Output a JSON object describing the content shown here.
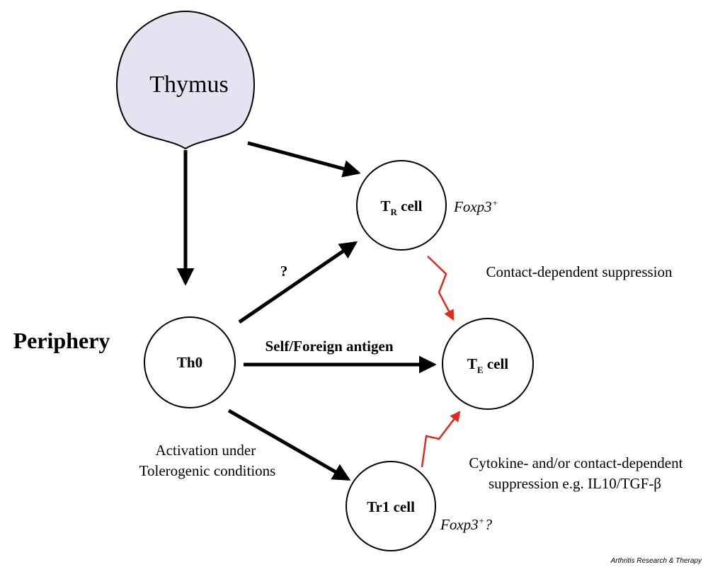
{
  "colors": {
    "thymus_fill": "#E3E3F2",
    "outline": "#000000",
    "arrow": "#000000",
    "suppression_arrow": "#E2291B",
    "cell_fill": "#FFFFFF"
  },
  "organ": {
    "label": "Thymus"
  },
  "region": {
    "label": "Periphery"
  },
  "cells": {
    "tr": {
      "main": "T",
      "sub": "R",
      "suffix": " cell",
      "marker_main": "Foxp3",
      "marker_sup": "+",
      "marker_suffix": ""
    },
    "th0": {
      "label": "Th0"
    },
    "te": {
      "main": "T",
      "sub": "E",
      "suffix": " cell"
    },
    "tr1": {
      "label": "Tr1 cell",
      "marker_main": "Foxp3",
      "marker_sup": "+",
      "marker_suffix": "?"
    }
  },
  "edges": {
    "th0_to_tr_label": "?",
    "th0_to_te_label": "Self/Foreign antigen",
    "th0_to_tr1_label_lines": [
      "Activation under",
      "Tolerogenic conditions"
    ],
    "tr_suppression_label": "Contact-dependent suppression",
    "tr1_suppression_label_lines": [
      "Cytokine- and/or contact-dependent",
      "suppression e.g. IL10/TGF-β"
    ]
  },
  "credit": "Arthritis Research & Therapy"
}
